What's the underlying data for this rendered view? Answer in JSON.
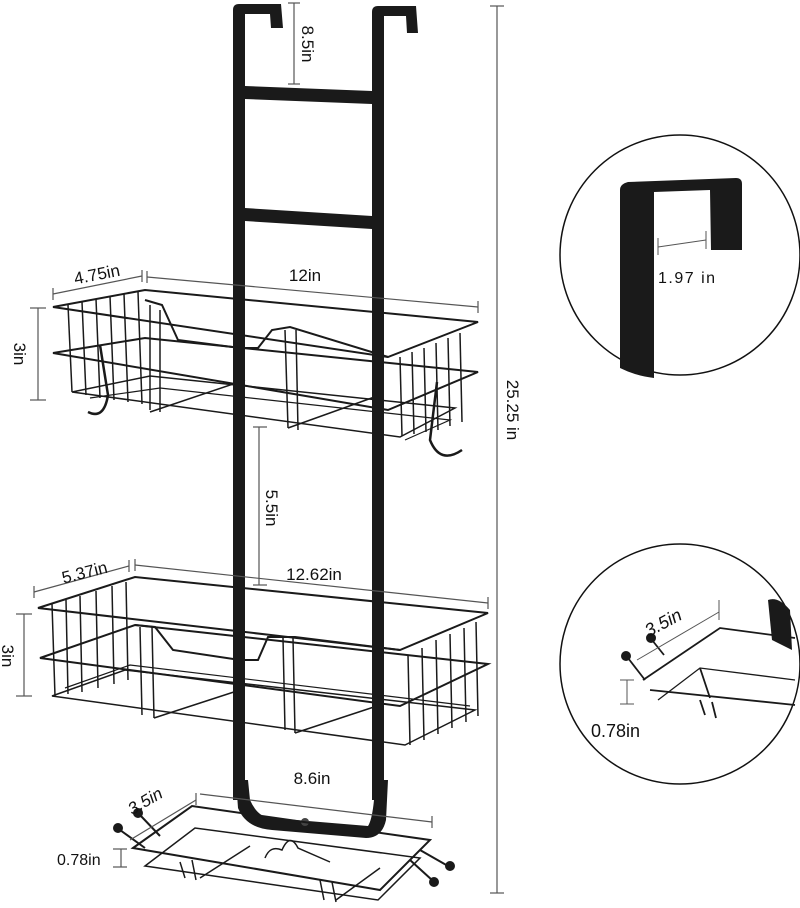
{
  "diagram": {
    "type": "product-dimension-drawing",
    "subject": "over-door shower caddy with 3 baskets",
    "colors": {
      "frame": "#1a1a1a",
      "wire": "#1a1a1a",
      "dim_line": "#555555",
      "background": "#ffffff"
    }
  },
  "dimensions": {
    "hook_drop": "8.5in",
    "total_height": "25.25 in",
    "top_basket_depth": "4.75in",
    "top_basket_width": "12in",
    "top_basket_height": "3in",
    "basket_gap": "5.5in",
    "mid_basket_depth": "5.37in",
    "mid_basket_width": "12.62in",
    "mid_basket_height": "3in",
    "bottom_basket_depth": "3.5in",
    "bottom_basket_width": "8.6in",
    "bottom_basket_height": "0.78in"
  },
  "insets": {
    "hook_detail": {
      "label": "1.97 in"
    },
    "soap_tray_detail": {
      "depth_label": "3.5in",
      "height_label": "0.78in"
    }
  }
}
